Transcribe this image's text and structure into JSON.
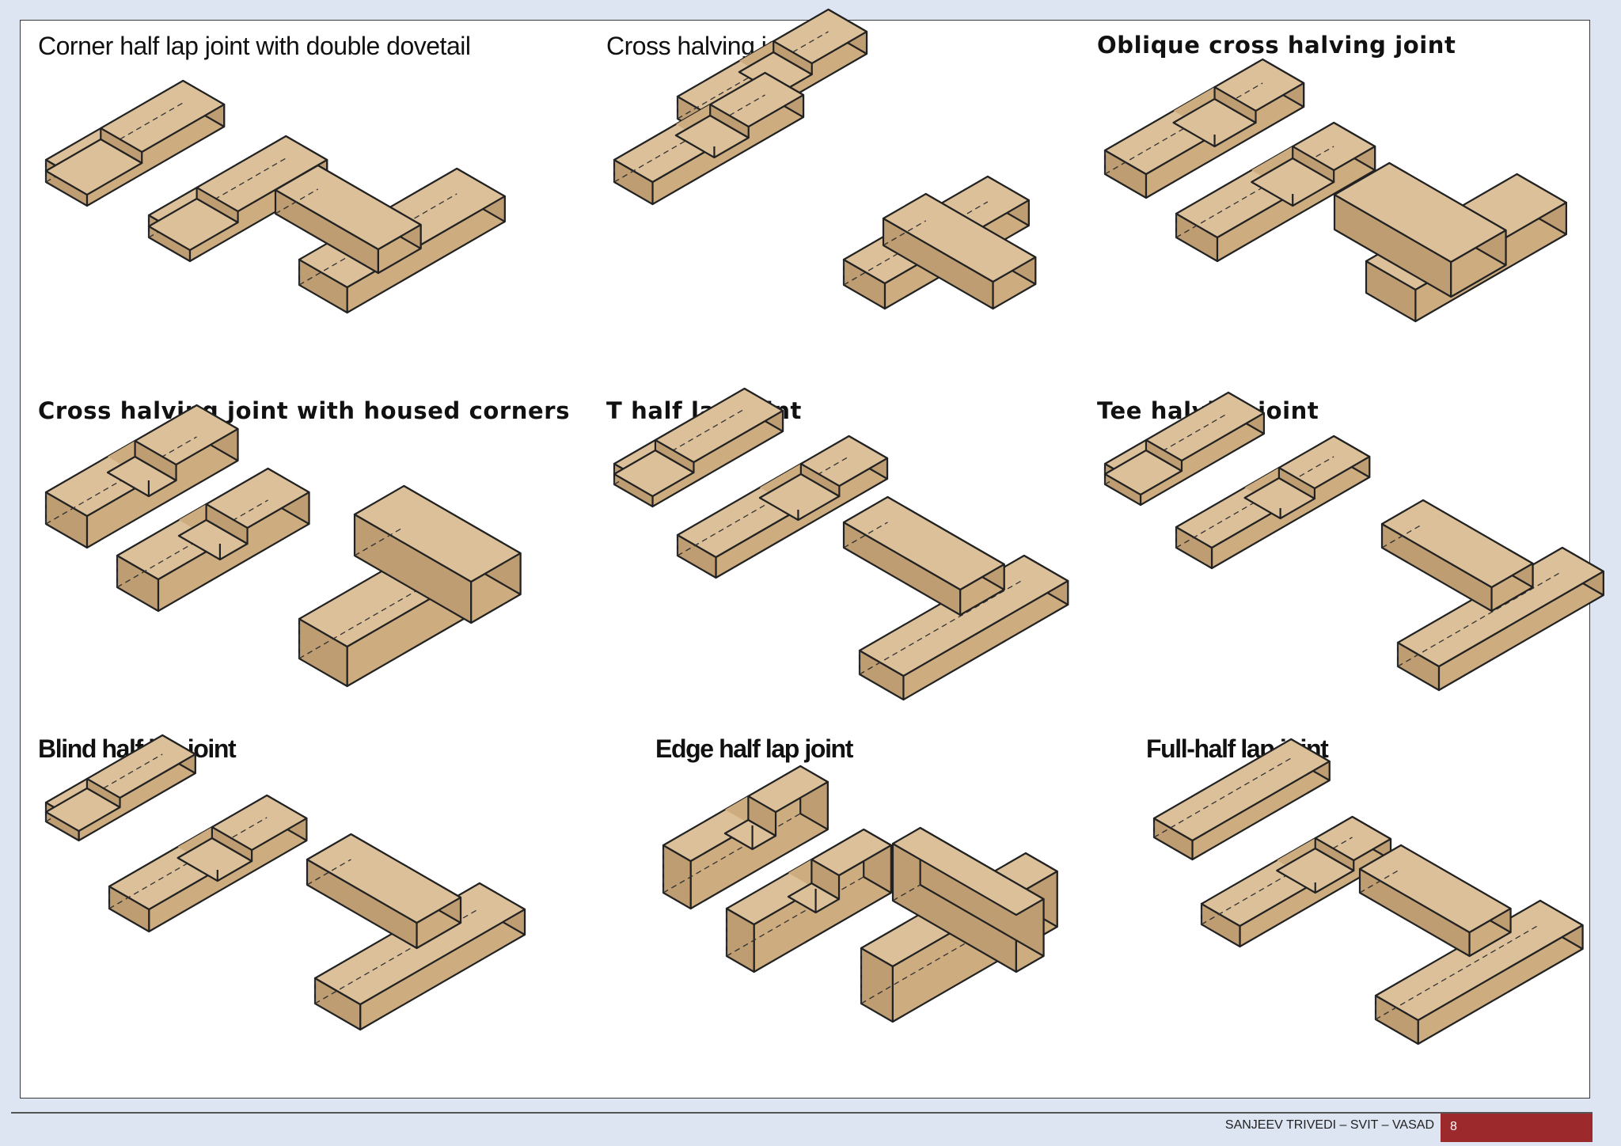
{
  "joints": [
    {
      "title": "Corner half lap joint with double dovetail"
    },
    {
      "title": "Cross halving joint"
    },
    {
      "title": "Oblique cross halving joint"
    },
    {
      "title": "Cross halving joint with housed corners"
    },
    {
      "title": "T half lap joint"
    },
    {
      "title": "Tee halving joint"
    },
    {
      "title": "Blind half lap joint"
    },
    {
      "title": "Edge half lap joint"
    },
    {
      "title": "Full-half lap joint"
    }
  ],
  "footer": {
    "author": "SANJEEV TRIVEDI – SVIT – VASAD",
    "page_number": "8"
  },
  "colors": {
    "wood": "#dcc09a",
    "page_background": "#dde4f2",
    "badge": "#9c2a2c"
  }
}
